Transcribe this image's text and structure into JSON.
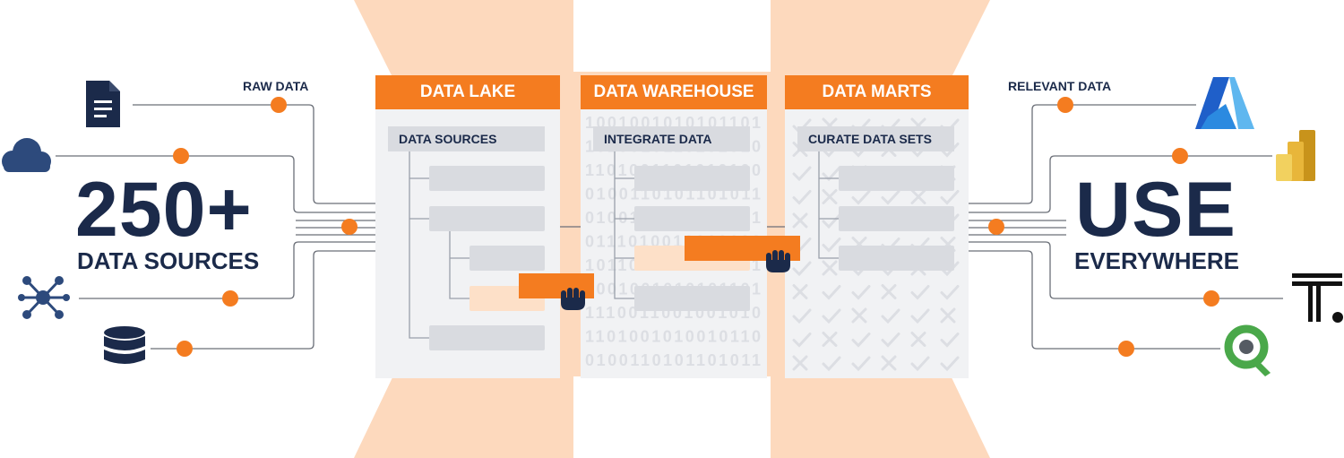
{
  "left": {
    "raw_label": "RAW DATA",
    "headline_number": "250+",
    "headline_text": "DATA SOURCES",
    "icons": [
      "document-icon",
      "cloud-icon",
      "network-icon",
      "database-icon"
    ]
  },
  "panels": [
    {
      "title": "DATA LAKE",
      "header": "DATA SOURCES"
    },
    {
      "title": "DATA WAREHOUSE",
      "header": "INTEGRATE DATA",
      "binary_rows": [
        "1001001010101101",
        "1010010110101010",
        "1101001101010100",
        "0100110101101011",
        "0100101010100101",
        "0111010010010100",
        "1011010101010101",
        "1001001010101101",
        "1110011001001010",
        "1101001010010110",
        "0100110101101011"
      ]
    },
    {
      "title": "DATA MARTS",
      "header": "CURATE DATA SETS"
    }
  ],
  "right": {
    "relevant_label": "RELEVANT DATA",
    "headline_big": "USE",
    "headline_small": "EVERYWHERE",
    "icons": [
      "azure-icon",
      "power-bi-icon",
      "tableau-t-icon",
      "qlik-icon"
    ]
  },
  "colors": {
    "accent": "#f47c20",
    "navy": "#1b2a4a",
    "panel_bg": "#f1f2f4",
    "bar_grey": "#d9dbe0",
    "peach": "#fde0c8",
    "bg_shape": "#fdd9bd"
  }
}
